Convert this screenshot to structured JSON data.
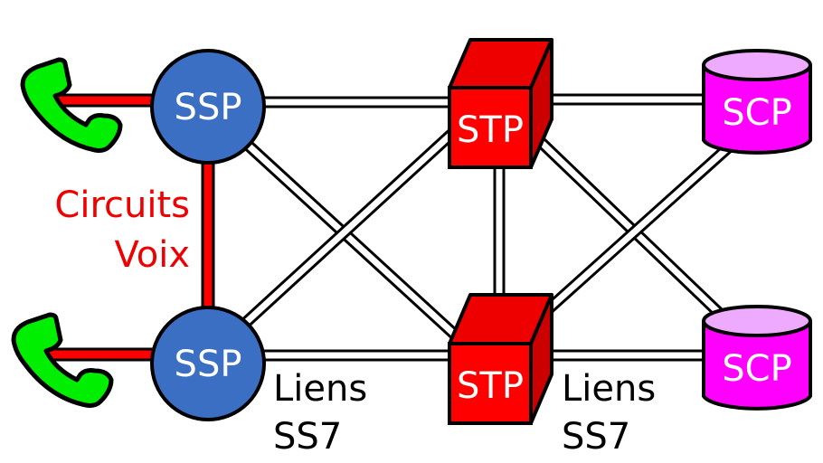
{
  "diagram": {
    "title": "SS7 network",
    "nodes": {
      "ssp_top": {
        "label": "SSP",
        "type": "switching-point"
      },
      "ssp_bottom": {
        "label": "SSP",
        "type": "switching-point"
      },
      "stp_top": {
        "label": "STP",
        "type": "transfer-point"
      },
      "stp_bottom": {
        "label": "STP",
        "type": "transfer-point"
      },
      "scp_top": {
        "label": "SCP",
        "type": "control-point"
      },
      "scp_bottom": {
        "label": "SCP",
        "type": "control-point"
      },
      "phone_top": {
        "icon": "telephone-handset-icon"
      },
      "phone_bottom": {
        "icon": "telephone-handset-icon"
      }
    },
    "labels": {
      "voice_line1": "Circuits",
      "voice_line2": "Voix",
      "links_left_line1": "Liens",
      "links_left_line2": "SS7",
      "links_right_line1": "Liens",
      "links_right_line2": "SS7"
    },
    "edges": {
      "voice": [
        [
          "phone_top",
          "ssp_top"
        ],
        [
          "phone_bottom",
          "ssp_bottom"
        ],
        [
          "ssp_top",
          "ssp_bottom"
        ]
      ],
      "ss7": [
        [
          "ssp_top",
          "stp_top"
        ],
        [
          "ssp_top",
          "stp_bottom"
        ],
        [
          "ssp_bottom",
          "stp_top"
        ],
        [
          "ssp_bottom",
          "stp_bottom"
        ],
        [
          "stp_top",
          "stp_bottom"
        ],
        [
          "stp_top",
          "scp_top"
        ],
        [
          "stp_top",
          "scp_bottom"
        ],
        [
          "stp_bottom",
          "scp_top"
        ],
        [
          "stp_bottom",
          "scp_bottom"
        ]
      ]
    },
    "colors": {
      "ssp": "#3a6fc4",
      "stp_front": "#ff0000",
      "stp_top": "#ee0000",
      "stp_side": "#cc0000",
      "scp_body": "#ff00ff",
      "scp_top": "#eeaaff",
      "phone": "#00ee00",
      "voice_line": "#ff0000",
      "voice_text": "#ee0000",
      "node_text": "#ffffff",
      "link_text": "#000000"
    }
  }
}
